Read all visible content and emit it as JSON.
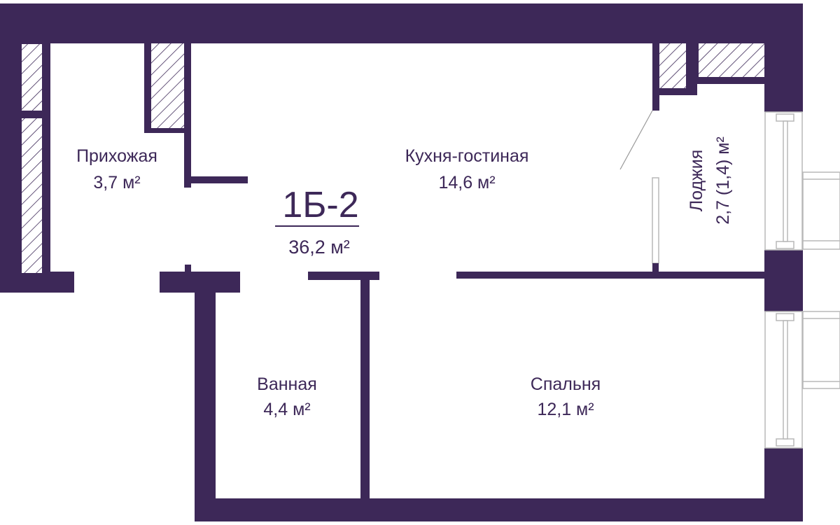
{
  "plan": {
    "unit_code": "1Б-2",
    "total_area": "36,2 м²",
    "wall_color": "#3d2858"
  },
  "rooms": [
    {
      "name": "Прихожая",
      "area": "3,7 м²"
    },
    {
      "name": "Кухня-гостиная",
      "area": "14,6 м²"
    },
    {
      "name": "Лоджия",
      "area": "2,7 (1,4) м²"
    },
    {
      "name": "Ванная",
      "area": "4,4 м²"
    },
    {
      "name": "Спальня",
      "area": "12,1 м²"
    }
  ]
}
